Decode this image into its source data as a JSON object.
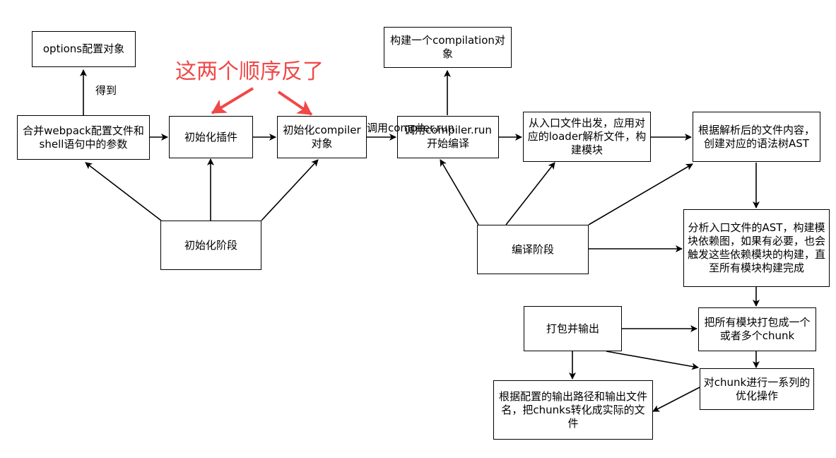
{
  "nodes": {
    "options": "options配置对象",
    "merge": "合并webpack配置文件和shell语句中的参数",
    "plugins": "初始化插件",
    "compiler": "初始化compiler对象",
    "init_phase": "初始化阶段",
    "compilation": "构建一个compilation对象",
    "run": "调用compiler.run开始编译",
    "entry_loader": "从入口文件出发，应用对应的loader解析文件，构建模块",
    "ast": "根据解析后的文件内容，创建对应的语法树AST",
    "compile_phase": "编译阶段",
    "deps": "分析入口文件的AST，构建模块依赖图，如果有必要，也会触发这些依赖模块的构建，直至所有模块构建完成",
    "bundle": "把所有模块打包成一个或者多个chunk",
    "output_phase": "打包并输出",
    "optimize": "对chunk进行一系列的优化操作",
    "write": "根据配置的输出路径和输出文件名，把chunks转化成实际的文件"
  },
  "labels": {
    "got": "得到",
    "call_run": "调用compiler.run"
  },
  "annotation": {
    "text": "这两个顺序反了",
    "color": "#f04848"
  }
}
